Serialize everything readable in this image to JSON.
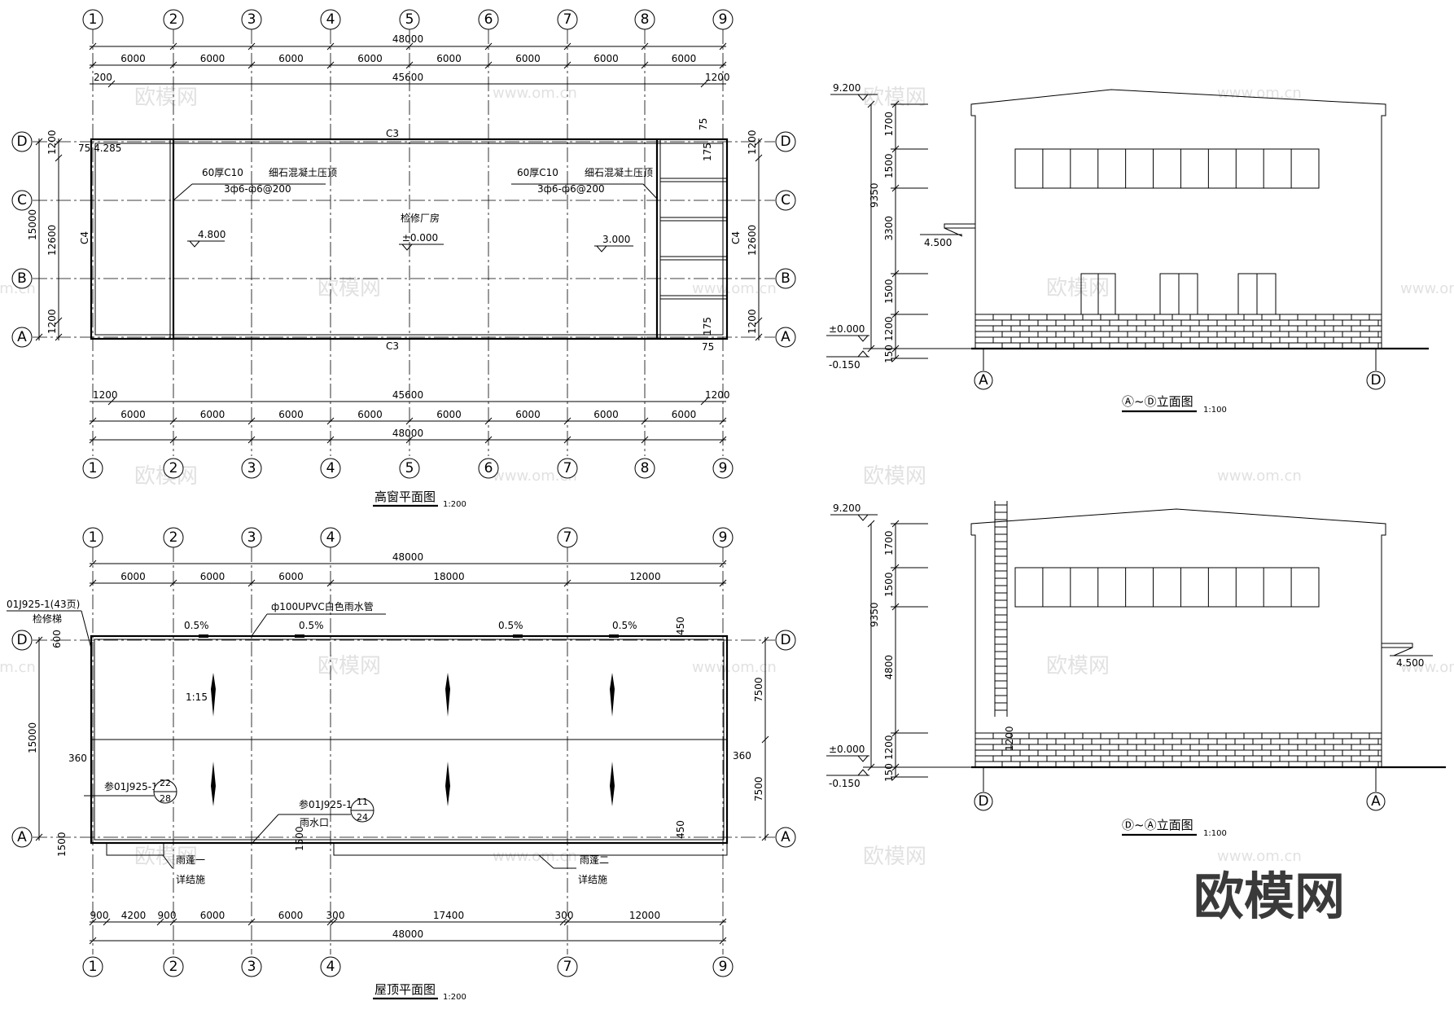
{
  "high_window_plan": {
    "grid_top": [
      "1",
      "2",
      "3",
      "4",
      "5",
      "6",
      "7",
      "8",
      "9"
    ],
    "rows": [
      "D",
      "C",
      "B",
      "A"
    ],
    "total_dim": "48000",
    "bay_dims": [
      "6000",
      "6000",
      "6000",
      "6000",
      "6000",
      "6000",
      "6000",
      "6000"
    ],
    "inner_dim": "45600",
    "edge_dim": "200",
    "edge_dim_right": "1200",
    "left_dims": [
      "1200",
      "15000",
      "12600",
      "1200"
    ],
    "right_dims": [
      "1200",
      "12600",
      "1200"
    ],
    "top_label": "C3",
    "bottom_label": "C3",
    "side_label_left": "C4",
    "side_label_right": "C4",
    "corner_note": "75 4.285",
    "note1": "60厚C10",
    "note1b": "细石混凝土压顶",
    "note1c": "3ф6-ф6@200",
    "note2": "60厚C10",
    "note2b": "细石混凝土压顶",
    "note2c": "3ф6-ф6@200",
    "room_label": "检修厂房",
    "room_level": "±0.000",
    "level_left": "4.800",
    "level_right": "3.000",
    "tr_dims": [
      "75",
      "175"
    ],
    "br_dims": [
      "75",
      "175"
    ],
    "bottom_edge_left": "1200",
    "bottom_edge_right": "1200",
    "title": "高窗平面图",
    "scale": "1:200"
  },
  "roof_plan": {
    "grid": [
      "1",
      "2",
      "3",
      "4",
      "7",
      "9"
    ],
    "rows": [
      "D",
      "A"
    ],
    "total_dim": "48000",
    "top_dims": [
      "6000",
      "6000",
      "6000",
      "18000",
      "12000"
    ],
    "ladder_ref": "01J925-1(43页)",
    "ladder_label": "检修梯",
    "pipe_note": "ф100UPVC白色雨水管",
    "slopes": [
      "0.5%",
      "0.5%",
      "0.5%",
      "0.5%"
    ],
    "ratio": "1:15",
    "dim_600": "600",
    "dim_450_top": "450",
    "dim_450_bot": "450",
    "left_total": "15000",
    "right_dims": [
      "7500",
      "7500"
    ],
    "dim_360_left": "360",
    "dim_360_right": "360",
    "ref1": "参01J925-1",
    "ref1_top": "22",
    "ref1_bot": "28",
    "ref2": "参01J925-1",
    "ref2_top": "11",
    "ref2_bot": "24",
    "outlet": "雨水口",
    "dim_1500_a": "1500",
    "dim_1500_b": "1500",
    "canopy1": "雨蓬一",
    "canopy1b": "详结施",
    "canopy2": "雨蓬二",
    "canopy2b": "详结施",
    "bottom_dims": [
      "900",
      "4200",
      "900",
      "6000",
      "6000",
      "300",
      "17400",
      "300",
      "12000"
    ],
    "bottom_total": "48000",
    "title": "屋顶平面图",
    "scale": "1:200"
  },
  "elev_ad": {
    "top_level": "9.200",
    "height_total": "9350",
    "dims": [
      "1700",
      "1500",
      "3300",
      "1500",
      "1200",
      "150"
    ],
    "level_canopy": "4.500",
    "level_zero": "±0.000",
    "level_ground": "-0.150",
    "axis_left": "A",
    "axis_right": "D",
    "title": "Ⓐ~Ⓓ立面图",
    "scale": "1:100"
  },
  "elev_da": {
    "top_level": "9.200",
    "height_total": "9350",
    "dims": [
      "1700",
      "1500",
      "4800",
      "1200",
      "150"
    ],
    "level_canopy": "4.500",
    "level_zero": "±0.000",
    "level_ground": "-0.150",
    "ladder_dim": "1200",
    "axis_left": "D",
    "axis_right": "A",
    "title": "Ⓓ~Ⓐ立面图",
    "scale": "1:100"
  },
  "watermarks": {
    "brand": "欧模网",
    "site": "www.om.cn",
    "logo": "欧模网"
  }
}
